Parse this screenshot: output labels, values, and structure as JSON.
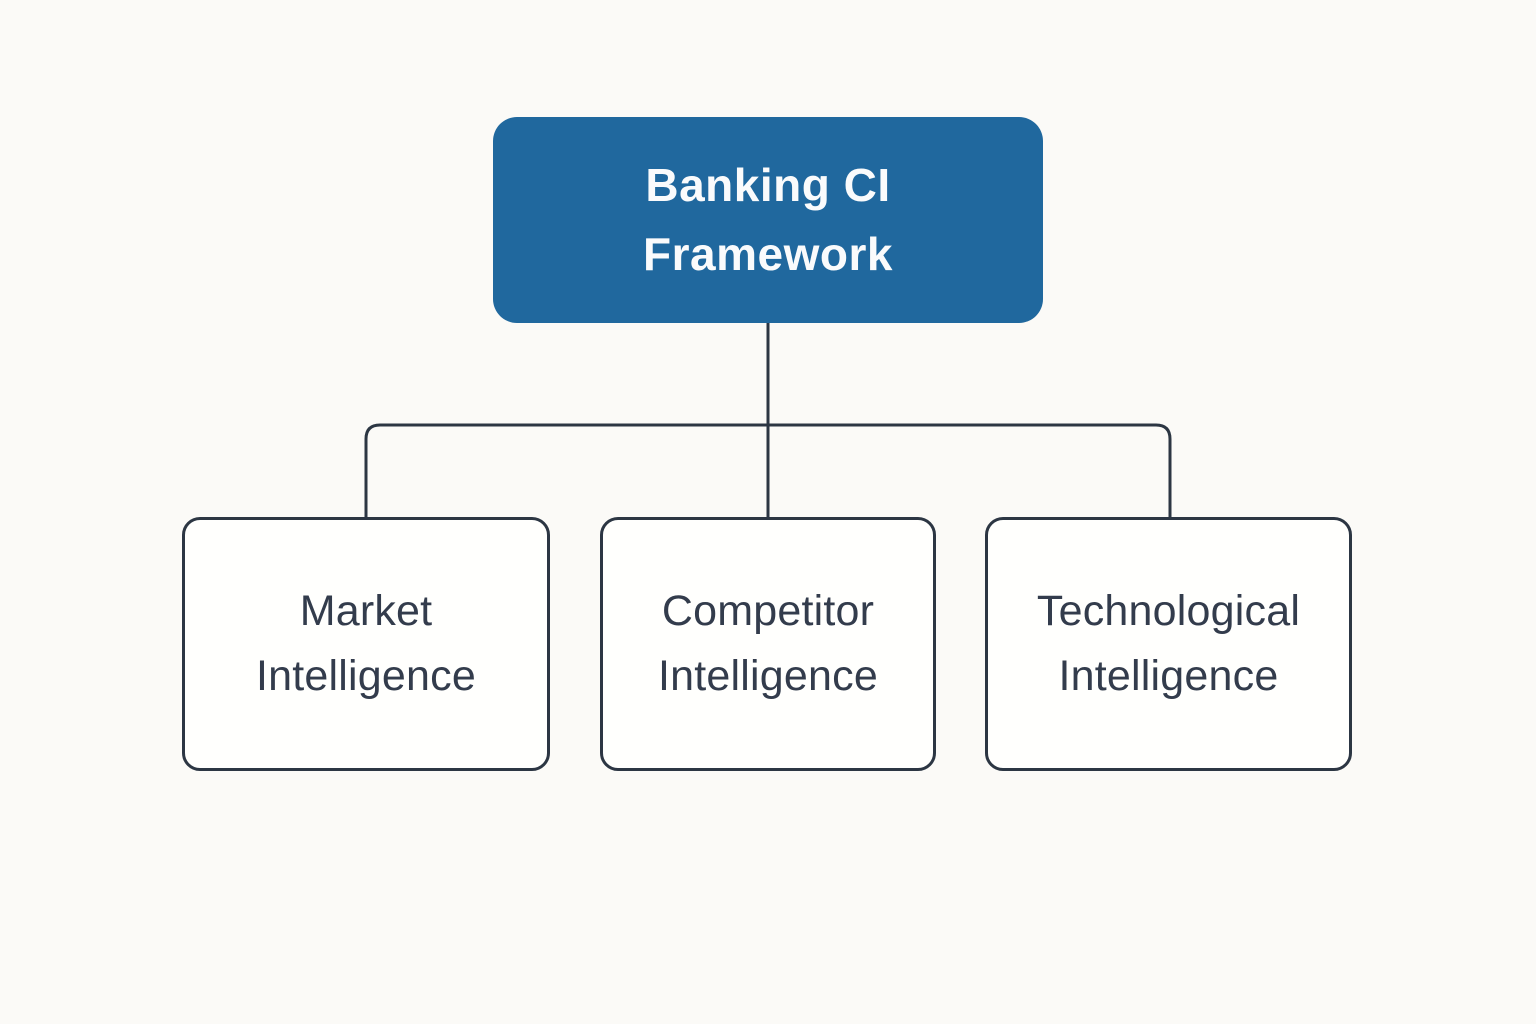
{
  "diagram": {
    "type": "org-chart",
    "root": {
      "label": "Banking CI Framework",
      "lines": [
        "Banking CI",
        "Framework"
      ]
    },
    "children": [
      {
        "label": "Market Intelligence",
        "lines": [
          "Market",
          "Intelligence"
        ]
      },
      {
        "label": "Competitor Intelligence",
        "lines": [
          "Competitor",
          "Intelligence"
        ]
      },
      {
        "label": "Technological Intelligence",
        "lines": [
          "Technological",
          "Intelligence"
        ]
      }
    ],
    "colors": {
      "background": "#FBFAF7",
      "root_fill": "#20689E",
      "root_text": "#FAFBFC",
      "child_fill": "#FFFFFD",
      "child_border": "#2C3643",
      "child_text": "#333C4C",
      "connector": "#2C3643"
    }
  }
}
